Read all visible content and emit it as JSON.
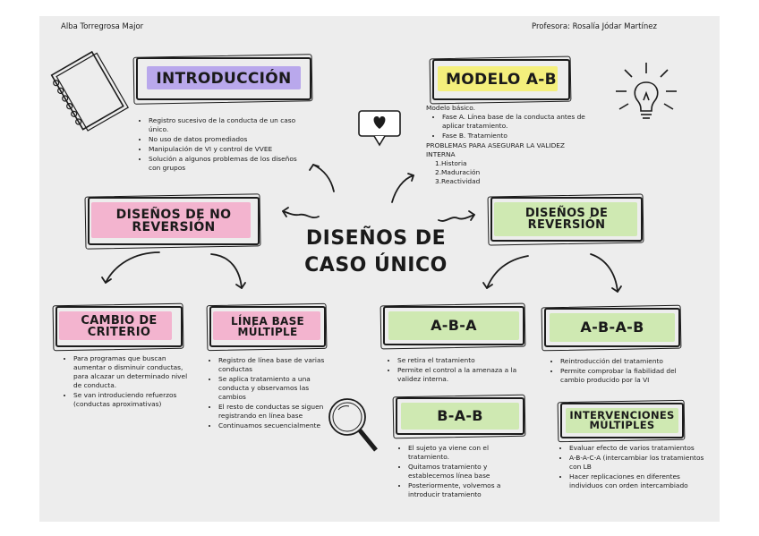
{
  "header": {
    "author": "Alba Torregrosa Major",
    "teacher": "Profesora: Rosalía Jódar Martínez"
  },
  "title_line1": "DISEÑOS DE",
  "title_line2": "CASO ÚNICO",
  "colors": {
    "purple": "#b9a8ec",
    "yellow": "#f4ef7c",
    "pink": "#f3b4cf",
    "green": "#cfe9b2",
    "board": "#ededed"
  },
  "introduccion": {
    "label": "INTRODUCCIÓN",
    "items": [
      "Registro sucesivo de la conducta de un caso único.",
      "No uso de datos promediados",
      "Manipulación de VI y control de VVEE",
      "Solución a algunos problemas de los diseños con grupos"
    ]
  },
  "modelo_ab": {
    "label": "MODELO A-B",
    "intro": "Modelo básico.",
    "items": [
      "Fase A. Línea base de la conducta antes de aplicar tratamiento.",
      "Fase B. Tratamiento"
    ],
    "problems_title": "PROBLEMAS PARA ASEGURAR LA VALIDEZ INTERNA",
    "problems": [
      "1.Historia",
      "2.Maduración",
      "3.Reactividad"
    ]
  },
  "no_reversion": {
    "label_line1": "DISEÑOS DE NO",
    "label_line2": "REVERSIÓN"
  },
  "reversion": {
    "label_line1": "DISEÑOS DE",
    "label_line2": "REVERSIÓN"
  },
  "cambio_criterio": {
    "label_line1": "CAMBIO DE",
    "label_line2": "CRITERIO",
    "items": [
      "Para programas que buscan aumentar o disminuir conductas, para alcazar un determinado nivel de conducta.",
      "Se van introduciendo refuerzos (conductas aproximativas)"
    ]
  },
  "linea_base": {
    "label_line1": "LÍNEA BASE",
    "label_line2": "MÚLTIPLE",
    "items": [
      "Registro de línea base de varias conductas",
      "Se aplica tratamiento a una conducta y observamos las cambios",
      "El resto de conductas se siguen registrando en línea base",
      "Continuamos secuencialmente"
    ]
  },
  "aba": {
    "label": "A-B-A",
    "items": [
      "Se retira el tratamiento",
      "Permite  el control a la amenaza a la validez interna."
    ]
  },
  "abab": {
    "label": "A-B-A-B",
    "items": [
      "Reintroducción del tratamiento",
      "Permite comprobar la fiabilidad del cambio producido por la VI"
    ]
  },
  "bab": {
    "label": "B-A-B",
    "items": [
      "El sujeto ya viene con el tratamiento.",
      "Quitamos tratamiento y establecemos línea base",
      "Posteriormente, volvemos a introducir tratamiento"
    ]
  },
  "intervenciones": {
    "label_line1": "INTERVENCIONES",
    "label_line2": "MÚLTIPLES",
    "items": [
      "Evaluar efecto de varios tratamientos",
      "A-B-A-C-A (intercambiar los tratamientos con LB",
      "Hacer replicaciones en diferentes individuos con orden intercambiado"
    ]
  }
}
